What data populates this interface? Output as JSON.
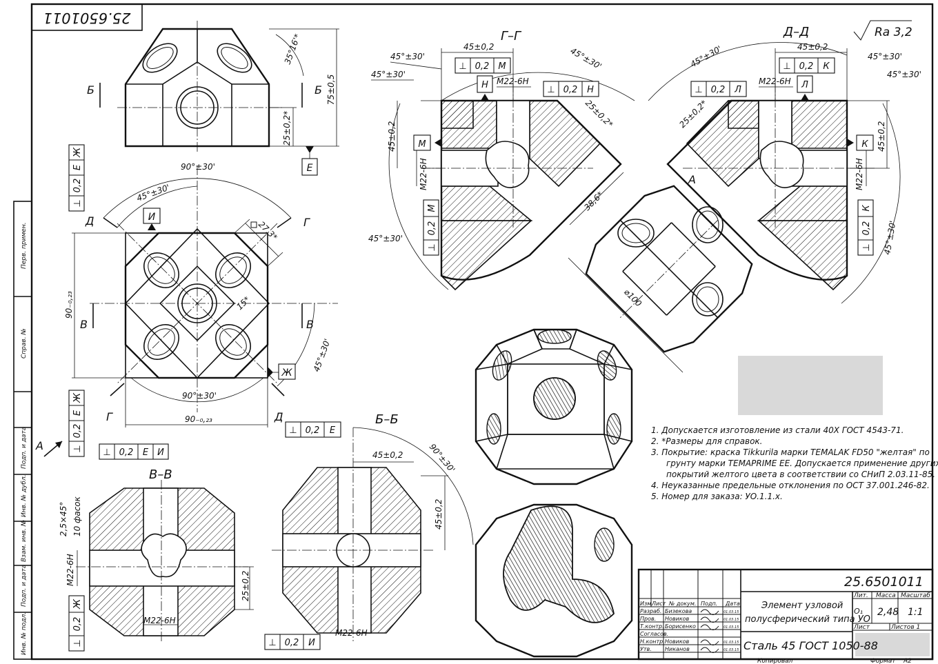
{
  "drawing_number": "25.6501011",
  "drawing_number_rotated": "25.6501011",
  "roughness": "Ra 3,2",
  "view_labels": {
    "section_g": "Г–Г",
    "section_d": "Д–Д",
    "section_b": "Б–Б",
    "section_v": "В–В",
    "view_a": "А"
  },
  "cut_letters": {
    "b1": "Б",
    "b2": "Б",
    "v1": "В",
    "v2": "В",
    "d1": "Д",
    "d2": "Д",
    "g1": "Г",
    "g2": "Г",
    "a": "А"
  },
  "datum_letters": {
    "e": "Е",
    "i": "И",
    "m": "М",
    "n": "Н",
    "k": "К",
    "l": "Л",
    "zh": "Ж"
  },
  "dimensions": {
    "top_35": "35°16'*",
    "top_75": "75±0,5",
    "top_25": "25±0,2*",
    "front_90deg_top": "90°±30'",
    "front_45deg": "45°±30'",
    "front_sq": "27,3*",
    "front_15": "15*",
    "front_90h": "90₋₀,₂₃",
    "front_90v": "90₋₀,₂₃",
    "front_90deg_bot": "90°±30'",
    "front_45deg_right": "45°±30'",
    "g_45_02": "45±0,2",
    "g_45a": "45°±30'",
    "g_45b": "45°±30'",
    "g_45c": "45°±30'",
    "g_45d": "45°±30'",
    "g_m22": "M22-6H",
    "g_m22v": "M22-6H",
    "g_25": "25±0,2*",
    "g_45v": "45±0,2",
    "d_45_02": "45±0,2",
    "d_45a": "45°±30'",
    "d_45b": "45°±30'",
    "d_45c": "45°±30'",
    "d_45d": "45°±30'",
    "d_m22": "M22-6H",
    "d_m22v": "M22-6H",
    "d_25": "25±0,2*",
    "d_45v": "45±0,2",
    "a_386": "38,6*",
    "a_100": "⌀100",
    "b_45": "45±0,2",
    "b_90": "90°±30'",
    "b_45v": "45±0,2",
    "b_m22": "M22-6H",
    "v_chamfer1": "2,5×45°",
    "v_chamfer2": "10 фасок",
    "v_m22": "M22-6H",
    "v_m22b": "M22-6H",
    "v_25": "25±0,2"
  },
  "tolerance_frames": {
    "t_e": [
      "⊥",
      "0,2",
      "Е"
    ],
    "t_ei": [
      "⊥",
      "0,2",
      "Е",
      "И"
    ],
    "t_zhe1": [
      "⊥",
      "0,2",
      "Е",
      "Ж"
    ],
    "t_zhe2": [
      "⊥",
      "0,2",
      "Е",
      "Ж"
    ],
    "t_m": [
      "⊥",
      "0,2",
      "М"
    ],
    "t_n": [
      "⊥",
      "0,2",
      "Н"
    ],
    "t_m2": [
      "⊥",
      "0,2",
      "М"
    ],
    "t_k": [
      "⊥",
      "0,2",
      "К"
    ],
    "t_l": [
      "⊥",
      "0,2",
      "Л"
    ],
    "t_k2": [
      "⊥",
      "0,2",
      "К"
    ],
    "t_i": [
      "⊥",
      "0,2",
      "И"
    ],
    "t_zh": [
      "⊥",
      "0,2",
      "Ж"
    ]
  },
  "notes": [
    "1. Допускается изготовление из стали 40Х ГОСТ 4543-71.",
    "2. *Размеры для справок.",
    "3. Покрытие: краска Tikkurila марки TEMALAK FD50 \"желтая\" по",
    "грунту марки TEMAPRIME EE. Допускается применение других",
    "покрытий желтого цвета в соответствии со СНиП 2.03.11-85.",
    "4. Неуказанные предельные отклонения по ОСТ 37.001.246-82.",
    "5. Номер для заказа: УО.1.1.х."
  ],
  "side_stamps": [
    "Перв. примен.",
    "Справ. №",
    "Подп. и дата",
    "Инв. № дубл.",
    "Взам. инв. №",
    "Подп. и дата",
    "Инв. № подл."
  ],
  "title_block": {
    "doc_number": "25.6501011",
    "name_line1": "Элемент узловой",
    "name_line2": "полусферический типа УО",
    "material": "Сталь 45 ГОСТ 1050-88",
    "lit": "Лит.",
    "mass": "Масса",
    "scale": "Масштаб",
    "mass_value": "2,48",
    "scale_value": "1:1",
    "lit_value": "О₁",
    "sheet": "Лист",
    "sheets": "Листов  1",
    "copied": "Копировал",
    "format": "Формат",
    "format_value": "А2",
    "header_cols": [
      "Изм.",
      "Лист",
      "№ докум.",
      "Подп.",
      "Дата"
    ],
    "rows": [
      {
        "role": "Разраб.",
        "name": "Бизекова",
        "date": "01.03.15"
      },
      {
        "role": "Пров.",
        "name": "Новиков",
        "date": "01.03.15"
      },
      {
        "role": "Т.контр.",
        "name": "Борисенко",
        "date": "01.03.15"
      },
      {
        "role": "Согласов.",
        "name": "",
        "date": ""
      },
      {
        "role": "Н.контр.",
        "name": "Новиков",
        "date": "01.03.15"
      },
      {
        "role": "Утв.",
        "name": "Никанов",
        "date": "01.03.15"
      }
    ]
  }
}
